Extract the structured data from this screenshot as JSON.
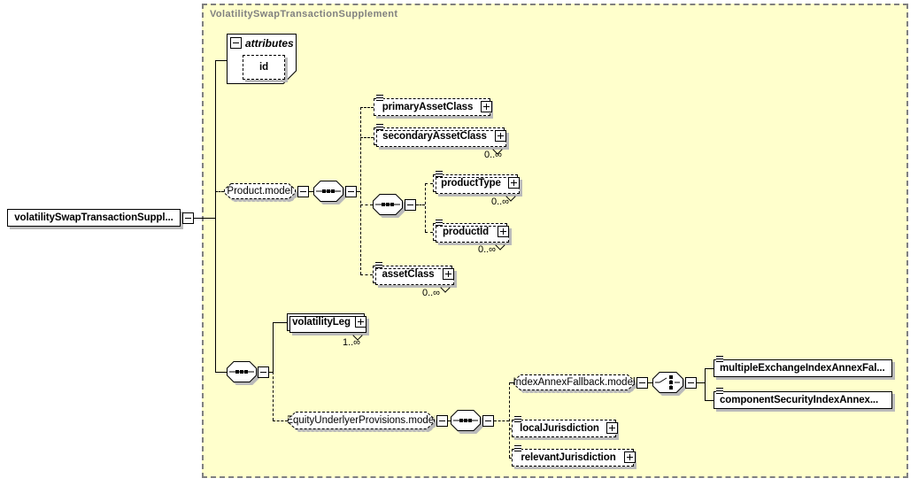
{
  "title": "VolatilitySwapTransactionSupplement",
  "root": {
    "label": "volatilitySwapTransactionSuppl..."
  },
  "attributes": {
    "label": "attributes",
    "id_attr": "id"
  },
  "groups": {
    "product_model": "Product.model",
    "equity_underlyer_provisions_model": "EquityUnderlyerProvisions.model",
    "index_annex_fallback_model": "IndexAnnexFallback.model"
  },
  "elements": {
    "primary_asset_class": {
      "label": "primaryAssetClass"
    },
    "secondary_asset_class": {
      "label": "secondaryAssetClass",
      "occurs": "0..∞"
    },
    "product_type": {
      "label": "productType",
      "occurs": "0..∞"
    },
    "product_id": {
      "label": "productId",
      "occurs": "0..∞"
    },
    "asset_class": {
      "label": "assetClass",
      "occurs": "0..∞"
    },
    "volatility_leg": {
      "label": "volatilityLeg",
      "occurs": "1..∞"
    },
    "multiple_exchange_index_annex_fallback": {
      "label": "multipleExchangeIndexAnnexFal..."
    },
    "component_security_index_annex": {
      "label": "componentSecurityIndexAnnex..."
    },
    "local_jurisdiction": {
      "label": "localJurisdiction"
    },
    "relevant_jurisdiction": {
      "label": "relevantJurisdiction"
    }
  },
  "colors": {
    "container_fill": "#FFFFCC",
    "container_border": "#808080",
    "node_fill": "#FFFFFF",
    "line": "#000000",
    "shadow": "#BABABA",
    "title_color": "#808080"
  }
}
